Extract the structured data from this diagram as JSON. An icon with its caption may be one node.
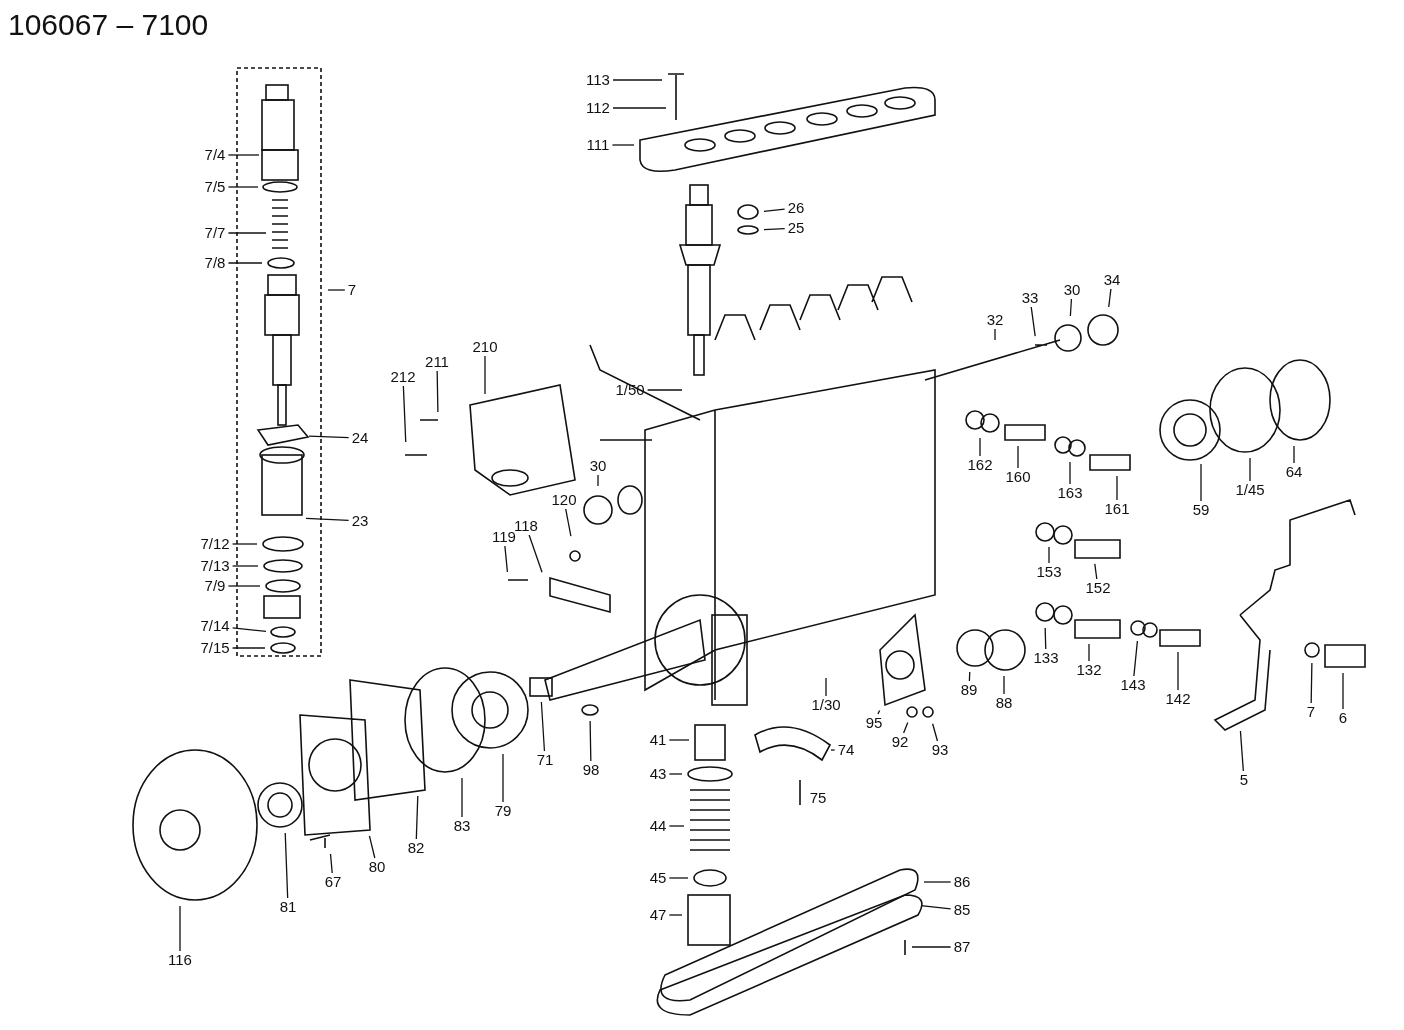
{
  "diagram": {
    "title": "106067 – 7100",
    "nodes": [
      {
        "text": [
          "7/4"
        ]
      },
      {
        "text": [
          "7/5"
        ]
      },
      {
        "text": [
          "7/7"
        ]
      },
      {
        "text": [
          "7/8"
        ]
      },
      {
        "text": [
          "7"
        ]
      },
      {
        "text": [
          "24"
        ]
      },
      {
        "text": [
          "23"
        ]
      },
      {
        "text": [
          "7/12"
        ]
      },
      {
        "text": [
          "7/13"
        ]
      },
      {
        "text": [
          "7/9"
        ]
      },
      {
        "text": [
          "7/14"
        ]
      },
      {
        "text": [
          "7/15"
        ]
      },
      {
        "text": [
          "113"
        ]
      },
      {
        "text": [
          "112"
        ]
      },
      {
        "text": [
          "111"
        ]
      },
      {
        "text": [
          "26"
        ]
      },
      {
        "text": [
          "25"
        ]
      },
      {
        "text": [
          "210"
        ]
      },
      {
        "text": [
          "211"
        ]
      },
      {
        "text": [
          "212"
        ]
      },
      {
        "text": [
          "1/50"
        ]
      },
      {
        "text": [
          "30"
        ]
      },
      {
        "text": [
          "120"
        ]
      },
      {
        "text": [
          "118"
        ]
      },
      {
        "text": [
          "119"
        ]
      },
      {
        "text": [
          "32"
        ]
      },
      {
        "text": [
          "33"
        ]
      },
      {
        "text": [
          "30"
        ]
      },
      {
        "text": [
          "34"
        ]
      },
      {
        "text": [
          "162"
        ]
      },
      {
        "text": [
          "160"
        ]
      },
      {
        "text": [
          "163"
        ]
      },
      {
        "text": [
          "161"
        ]
      },
      {
        "text": [
          "59"
        ]
      },
      {
        "text": [
          "1/45"
        ]
      },
      {
        "text": [
          "64"
        ]
      },
      {
        "text": [
          "153"
        ]
      },
      {
        "text": [
          "152"
        ]
      },
      {
        "text": [
          "133"
        ]
      },
      {
        "text": [
          "132"
        ]
      },
      {
        "text": [
          "143"
        ]
      },
      {
        "text": [
          "142"
        ]
      },
      {
        "text": [
          "89"
        ]
      },
      {
        "text": [
          "88"
        ]
      },
      {
        "text": [
          "7"
        ]
      },
      {
        "text": [
          "6"
        ]
      },
      {
        "text": [
          "5"
        ]
      },
      {
        "text": [
          "1/30"
        ]
      },
      {
        "text": [
          "95"
        ]
      },
      {
        "text": [
          "92"
        ]
      },
      {
        "text": [
          "93"
        ]
      },
      {
        "text": [
          "74"
        ]
      },
      {
        "text": [
          "75"
        ]
      },
      {
        "text": [
          "98"
        ]
      },
      {
        "text": [
          "71"
        ]
      },
      {
        "text": [
          "79"
        ]
      },
      {
        "text": [
          "83"
        ]
      },
      {
        "text": [
          "82"
        ]
      },
      {
        "text": [
          "80"
        ]
      },
      {
        "text": [
          "67"
        ]
      },
      {
        "text": [
          "81"
        ]
      },
      {
        "text": [
          "116"
        ]
      },
      {
        "text": [
          "41"
        ]
      },
      {
        "text": [
          "43"
        ]
      },
      {
        "text": [
          "44"
        ]
      },
      {
        "text": [
          "45"
        ]
      },
      {
        "text": [
          "47"
        ]
      },
      {
        "text": [
          "86"
        ]
      },
      {
        "text": [
          "85"
        ]
      },
      {
        "text": [
          "87"
        ]
      }
    ],
    "edges": [
      {
        "from": 0,
        "to": null,
        "arrow": "none"
      },
      {
        "from": 1,
        "to": null,
        "arrow": "none"
      },
      {
        "from": 2,
        "to": null,
        "arrow": "none"
      },
      {
        "from": 3,
        "to": null,
        "arrow": "none"
      },
      {
        "from": 4,
        "to": null,
        "arrow": "none"
      },
      {
        "from": 5,
        "to": null,
        "arrow": "none"
      },
      {
        "from": 6,
        "to": null,
        "arrow": "none"
      },
      {
        "from": 7,
        "to": null,
        "arrow": "none"
      },
      {
        "from": 8,
        "to": null,
        "arrow": "none"
      },
      {
        "from": 9,
        "to": null,
        "arrow": "none"
      },
      {
        "from": 10,
        "to": null,
        "arrow": "none"
      },
      {
        "from": 11,
        "to": null,
        "arrow": "none"
      },
      {
        "from": 12,
        "to": null,
        "arrow": "none"
      },
      {
        "from": 13,
        "to": null,
        "arrow": "none"
      },
      {
        "from": 14,
        "to": null,
        "arrow": "none"
      },
      {
        "from": 15,
        "to": null,
        "arrow": "none"
      },
      {
        "from": 16,
        "to": null,
        "arrow": "none"
      },
      {
        "from": 17,
        "to": null,
        "arrow": "none"
      },
      {
        "from": 18,
        "to": null,
        "arrow": "none"
      },
      {
        "from": 19,
        "to": null,
        "arrow": "none"
      },
      {
        "from": 20,
        "to": null,
        "arrow": "none"
      },
      {
        "from": 21,
        "to": null,
        "arrow": "none"
      },
      {
        "from": 22,
        "to": null,
        "arrow": "none"
      },
      {
        "from": 23,
        "to": null,
        "arrow": "none"
      },
      {
        "from": 24,
        "to": null,
        "arrow": "none"
      },
      {
        "from": 25,
        "to": null,
        "arrow": "none"
      },
      {
        "from": 26,
        "to": null,
        "arrow": "none"
      },
      {
        "from": 27,
        "to": null,
        "arrow": "none"
      },
      {
        "from": 28,
        "to": null,
        "arrow": "none"
      },
      {
        "from": 29,
        "to": null,
        "arrow": "none"
      },
      {
        "from": 30,
        "to": null,
        "arrow": "none"
      },
      {
        "from": 31,
        "to": null,
        "arrow": "none"
      },
      {
        "from": 32,
        "to": null,
        "arrow": "none"
      },
      {
        "from": 33,
        "to": null,
        "arrow": "none"
      },
      {
        "from": 34,
        "to": null,
        "arrow": "none"
      },
      {
        "from": 35,
        "to": null,
        "arrow": "none"
      },
      {
        "from": 36,
        "to": null,
        "arrow": "none"
      },
      {
        "from": 37,
        "to": null,
        "arrow": "none"
      },
      {
        "from": 38,
        "to": null,
        "arrow": "none"
      },
      {
        "from": 39,
        "to": null,
        "arrow": "none"
      },
      {
        "from": 40,
        "to": null,
        "arrow": "none"
      },
      {
        "from": 41,
        "to": null,
        "arrow": "none"
      },
      {
        "from": 42,
        "to": null,
        "arrow": "none"
      },
      {
        "from": 43,
        "to": null,
        "arrow": "none"
      },
      {
        "from": 44,
        "to": null,
        "arrow": "none"
      },
      {
        "from": 45,
        "to": null,
        "arrow": "none"
      },
      {
        "from": 46,
        "to": null,
        "arrow": "none"
      },
      {
        "from": 47,
        "to": null,
        "arrow": "none"
      },
      {
        "from": 48,
        "to": null,
        "arrow": "none"
      },
      {
        "from": 49,
        "to": null,
        "arrow": "none"
      },
      {
        "from": 50,
        "to": null,
        "arrow": "none"
      },
      {
        "from": 51,
        "to": null,
        "arrow": "none"
      },
      {
        "from": 52,
        "to": null,
        "arrow": "none"
      },
      {
        "from": 53,
        "to": null,
        "arrow": "none"
      },
      {
        "from": 54,
        "to": null,
        "arrow": "none"
      },
      {
        "from": 55,
        "to": null,
        "arrow": "none"
      },
      {
        "from": 56,
        "to": null,
        "arrow": "none"
      },
      {
        "from": 57,
        "to": null,
        "arrow": "none"
      },
      {
        "from": 58,
        "to": null,
        "arrow": "none"
      },
      {
        "from": 59,
        "to": null,
        "arrow": "none"
      },
      {
        "from": 60,
        "to": null,
        "arrow": "none"
      },
      {
        "from": 61,
        "to": null,
        "arrow": "none"
      },
      {
        "from": 62,
        "to": null,
        "arrow": "none"
      },
      {
        "from": 63,
        "to": null,
        "arrow": "none"
      },
      {
        "from": 64,
        "to": null,
        "arrow": "none"
      },
      {
        "from": 65,
        "to": null,
        "arrow": "none"
      },
      {
        "from": 66,
        "to": null,
        "arrow": "none"
      },
      {
        "from": 67,
        "to": null,
        "arrow": "none"
      },
      {
        "from": 68,
        "to": null,
        "arrow": "none"
      },
      {
        "from": 69,
        "to": null,
        "arrow": "none"
      }
    ]
  }
}
